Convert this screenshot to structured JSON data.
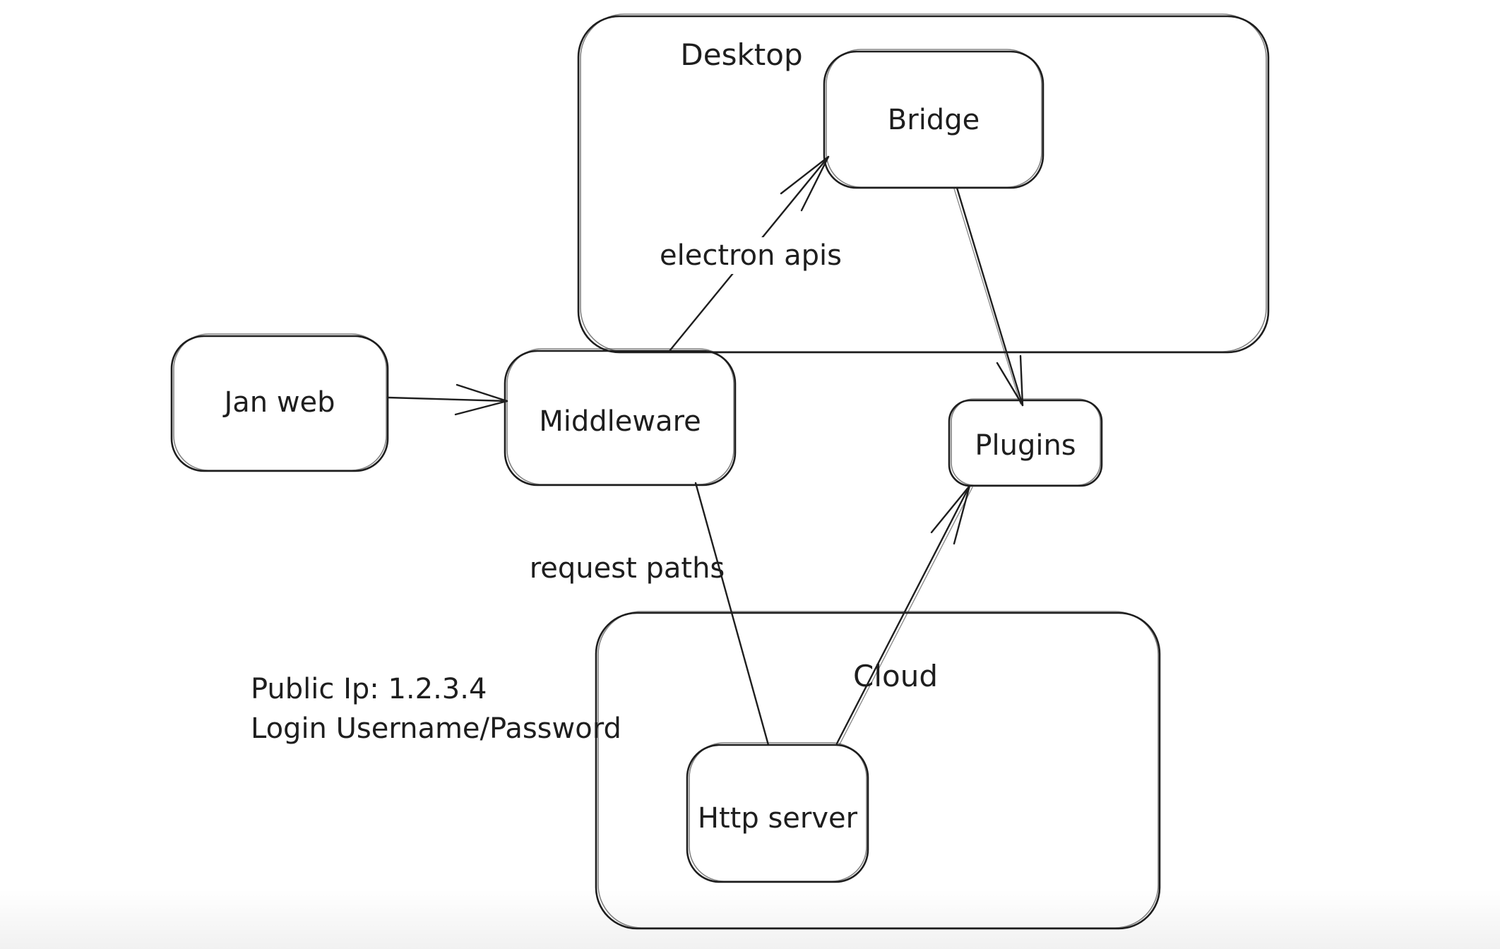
{
  "colors": {
    "stroke": "#1e1e1e",
    "canvas_background": "#ffffff"
  },
  "containers": [
    {
      "id": "desktop",
      "label": "Desktop"
    },
    {
      "id": "cloud",
      "label": "Cloud"
    }
  ],
  "nodes": [
    {
      "id": "jan-web",
      "label": "Jan web",
      "container": null
    },
    {
      "id": "middleware",
      "label": "Middleware",
      "container": null
    },
    {
      "id": "bridge",
      "label": "Bridge",
      "container": "desktop"
    },
    {
      "id": "plugins",
      "label": "Plugins",
      "container": null
    },
    {
      "id": "http-server",
      "label": "Http server",
      "container": "cloud"
    }
  ],
  "edges": [
    {
      "from": "jan-web",
      "to": "middleware",
      "label": "",
      "arrowhead": true
    },
    {
      "from": "middleware",
      "to": "bridge",
      "label": "electron apis",
      "arrowhead": true
    },
    {
      "from": "bridge",
      "to": "plugins",
      "label": "",
      "arrowhead": true
    },
    {
      "from": "middleware",
      "to": "http-server",
      "label": "request paths",
      "arrowhead": false
    },
    {
      "from": "http-server",
      "to": "plugins",
      "label": "",
      "arrowhead": true
    }
  ],
  "annotations": {
    "public_ip": "Public Ip: 1.2.3.4",
    "login": "Login Username/Password"
  }
}
